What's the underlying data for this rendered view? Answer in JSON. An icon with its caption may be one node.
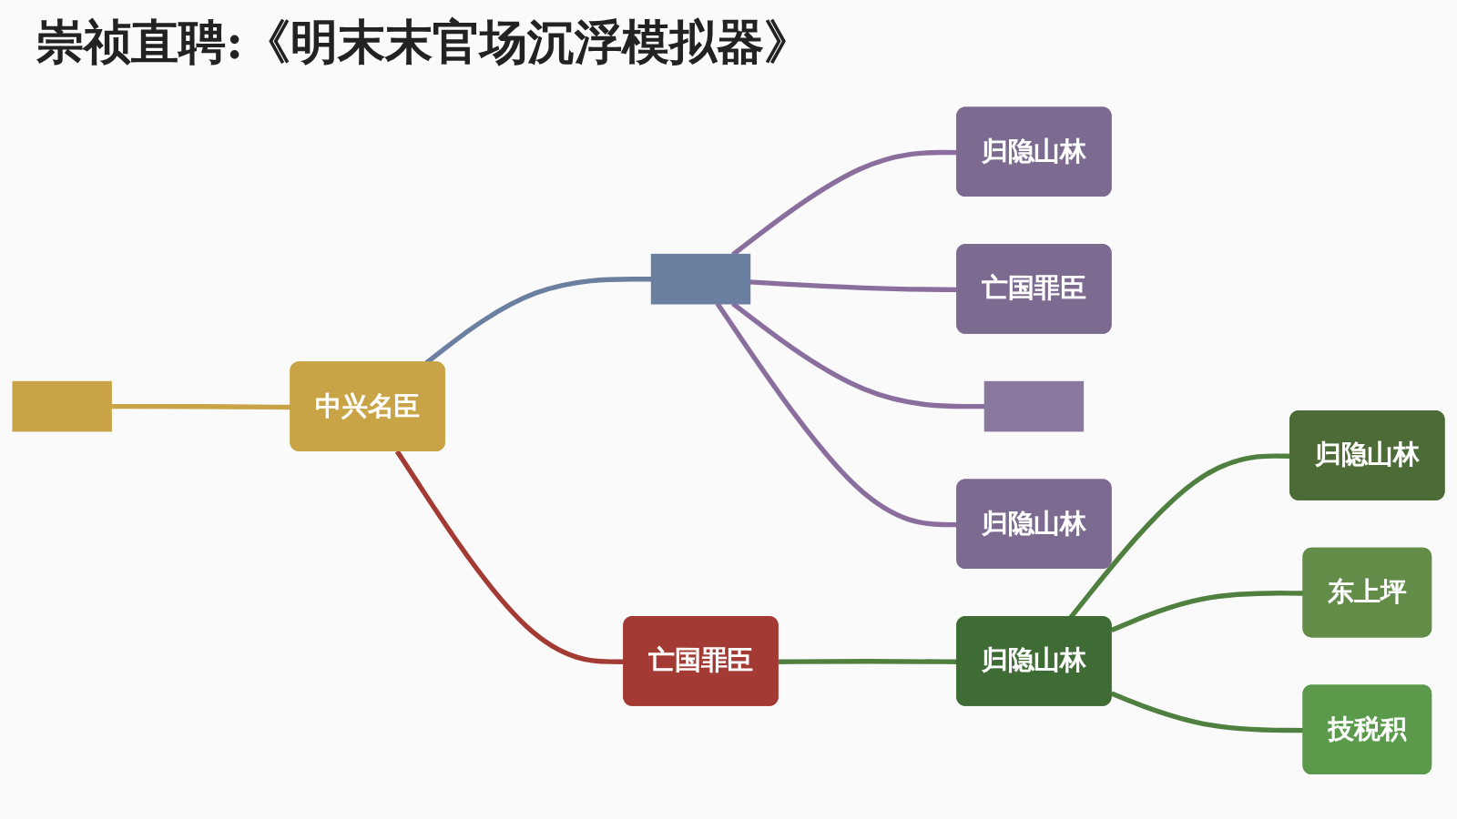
{
  "diagram": {
    "title": "崇祯直聘:《明末末官场沉浮模拟器》",
    "nodes": [
      {
        "text": [],
        "shape": "box"
      },
      {
        "text": [
          "中兴名臣"
        ]
      },
      {
        "text": [],
        "shape": "box"
      },
      {
        "text": [
          "亡国罪臣"
        ]
      },
      {
        "text": [
          "归隐山林"
        ]
      },
      {
        "text": [
          "亡国罪臣"
        ]
      },
      {
        "text": [],
        "shape": "box"
      },
      {
        "text": [
          "归隐山林"
        ]
      },
      {
        "text": [
          "归隐山林"
        ]
      },
      {
        "text": [
          "归隐山林"
        ]
      },
      {
        "text": [
          "东上坪"
        ]
      },
      {
        "text": [
          "技税积"
        ]
      }
    ],
    "edges": [
      {
        "from": 0,
        "to": 1,
        "arrow": "none",
        "color": "#c9a447"
      },
      {
        "from": 1,
        "to": 2,
        "arrow": "none",
        "color": "#6b7fa0"
      },
      {
        "from": 1,
        "to": 3,
        "arrow": "none",
        "color": "#a33a33"
      },
      {
        "from": 2,
        "to": 4,
        "arrow": "none",
        "color": "#8a6f9e"
      },
      {
        "from": 2,
        "to": 5,
        "arrow": "none",
        "color": "#8a6f9e"
      },
      {
        "from": 2,
        "to": 6,
        "arrow": "none",
        "color": "#8a6f9e"
      },
      {
        "from": 2,
        "to": 7,
        "arrow": "none",
        "color": "#8a6f9e"
      },
      {
        "from": 3,
        "to": 8,
        "arrow": "none",
        "color": "#4f8040"
      },
      {
        "from": 8,
        "to": 9,
        "arrow": "none",
        "color": "#4f8040"
      },
      {
        "from": 8,
        "to": 10,
        "arrow": "none",
        "color": "#4f8040"
      },
      {
        "from": 8,
        "to": 11,
        "arrow": "none",
        "color": "#4f8040"
      }
    ]
  }
}
